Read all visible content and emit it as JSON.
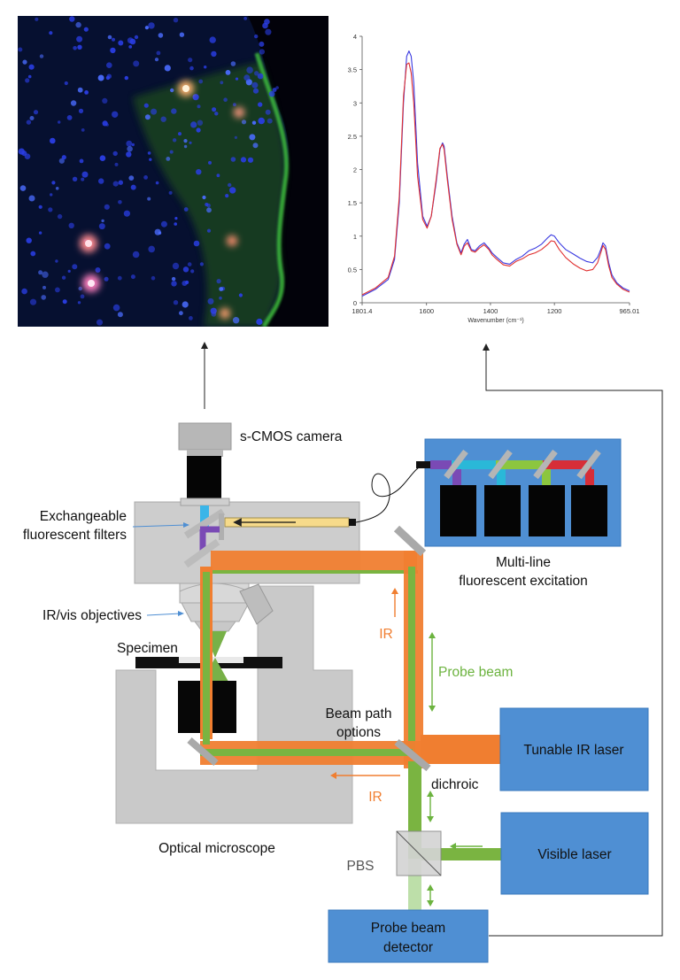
{
  "labels": {
    "camera": "s-CMOS camera",
    "filters_line1": "Exchangeable",
    "filters_line2": "fluorescent filters",
    "objectives": "IR/vis objectives",
    "specimen": "Specimen",
    "microscope": "Optical microscope",
    "excitation_line1": "Multi-line",
    "excitation_line2": "fluorescent excitation",
    "ir_upper": "IR",
    "ir_lower": "IR",
    "probe_beam": "Probe beam",
    "beam_path_line1": "Beam path",
    "beam_path_line2": "options",
    "dichroic": "dichroic",
    "pbs": "PBS"
  },
  "boxes": {
    "ir_laser": "Tunable IR laser",
    "visible_laser": "Visible laser",
    "detector_line1": "Probe beam",
    "detector_line2": "detector"
  },
  "colors": {
    "box_blue": "#4f8fd3",
    "ir_orange": "#f07e30",
    "probe_green": "#7ab441",
    "grey": "#c8c8c8",
    "label_orange": "#f07e30",
    "label_green": "#6cb33f"
  },
  "spectrum": {
    "xlabel": "Wavenumber (cm⁻¹)",
    "x_tick_labels": [
      "1801.4",
      "1600",
      "1400",
      "1200",
      "965.01"
    ],
    "x_tick_values": [
      1801.4,
      1600,
      1400,
      1200,
      965.01
    ],
    "y_ticks": [
      "0",
      "0.5",
      "1",
      "1.5",
      "2",
      "2.5",
      "3",
      "3.5",
      "4"
    ],
    "xlim": [
      1801.4,
      965.01
    ],
    "ylim": [
      0,
      4
    ],
    "series": [
      {
        "color": "#3a3ae0",
        "x": [
          1801.4,
          1760,
          1720,
          1700,
          1685,
          1672,
          1662,
          1655,
          1648,
          1640,
          1628,
          1612,
          1598,
          1585,
          1570,
          1558,
          1550,
          1545,
          1535,
          1520,
          1505,
          1492,
          1482,
          1472,
          1460,
          1448,
          1435,
          1420,
          1405,
          1395,
          1380,
          1360,
          1340,
          1320,
          1300,
          1280,
          1260,
          1240,
          1220,
          1210,
          1200,
          1185,
          1165,
          1140,
          1120,
          1100,
          1080,
          1065,
          1055,
          1048,
          1040,
          1030,
          1020,
          1005,
          985,
          965.01
        ],
        "y": [
          0.1,
          0.2,
          0.35,
          0.65,
          1.5,
          3.0,
          3.7,
          3.78,
          3.7,
          3.3,
          2.1,
          1.3,
          1.15,
          1.3,
          1.8,
          2.3,
          2.4,
          2.35,
          1.9,
          1.3,
          0.9,
          0.75,
          0.88,
          0.95,
          0.8,
          0.78,
          0.85,
          0.9,
          0.82,
          0.75,
          0.68,
          0.6,
          0.58,
          0.65,
          0.7,
          0.78,
          0.82,
          0.88,
          0.98,
          1.02,
          1.0,
          0.9,
          0.8,
          0.73,
          0.67,
          0.62,
          0.6,
          0.68,
          0.8,
          0.9,
          0.85,
          0.6,
          0.42,
          0.3,
          0.22,
          0.18
        ]
      },
      {
        "color": "#e03030",
        "x": [
          1801.4,
          1760,
          1720,
          1700,
          1685,
          1672,
          1662,
          1655,
          1648,
          1640,
          1628,
          1612,
          1598,
          1585,
          1570,
          1558,
          1550,
          1545,
          1535,
          1520,
          1505,
          1492,
          1482,
          1472,
          1460,
          1448,
          1435,
          1420,
          1405,
          1395,
          1380,
          1360,
          1340,
          1320,
          1300,
          1280,
          1260,
          1240,
          1220,
          1210,
          1200,
          1185,
          1165,
          1140,
          1120,
          1100,
          1080,
          1065,
          1055,
          1048,
          1040,
          1030,
          1020,
          1005,
          985,
          965.01
        ],
        "y": [
          0.12,
          0.22,
          0.38,
          0.7,
          1.6,
          3.1,
          3.58,
          3.6,
          3.45,
          3.0,
          1.9,
          1.25,
          1.12,
          1.3,
          1.85,
          2.32,
          2.38,
          2.3,
          1.85,
          1.25,
          0.88,
          0.72,
          0.85,
          0.9,
          0.78,
          0.76,
          0.82,
          0.87,
          0.8,
          0.72,
          0.65,
          0.57,
          0.55,
          0.62,
          0.66,
          0.72,
          0.75,
          0.8,
          0.88,
          0.93,
          0.92,
          0.8,
          0.68,
          0.58,
          0.52,
          0.48,
          0.5,
          0.6,
          0.75,
          0.86,
          0.8,
          0.55,
          0.38,
          0.28,
          0.2,
          0.16
        ]
      }
    ]
  }
}
